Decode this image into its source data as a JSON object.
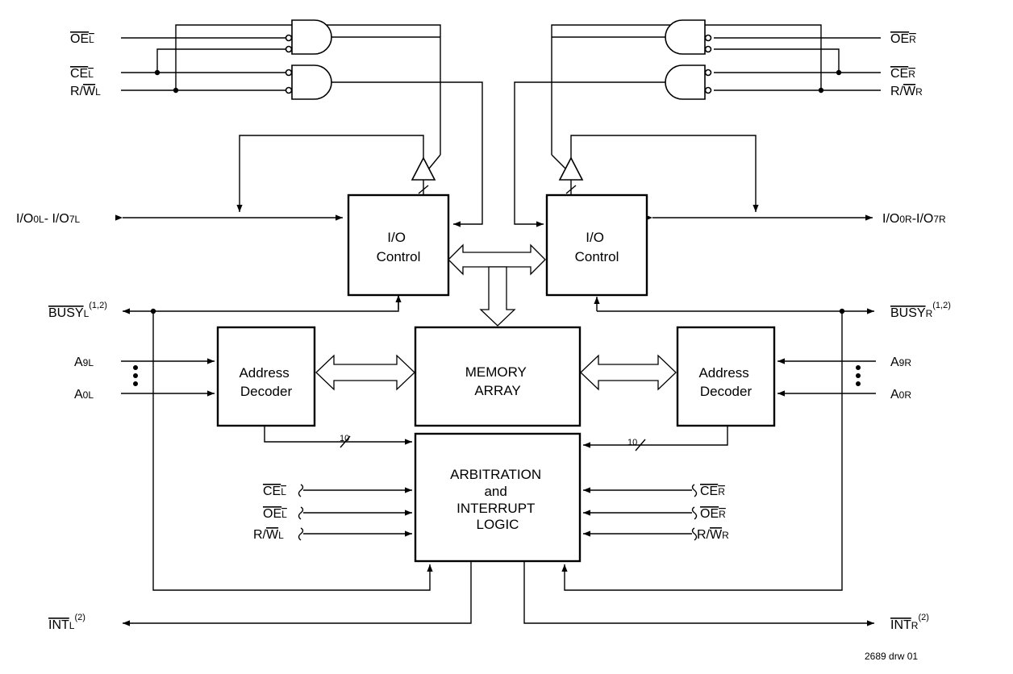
{
  "signals_left": {
    "oe": {
      "base": "OE",
      "sub": "L"
    },
    "ce": {
      "base": "CE",
      "sub": "L"
    },
    "rw": {
      "pre": "R/",
      "bar": "W",
      "sub": "L"
    },
    "io": {
      "a": "I/O",
      "s1": "0L",
      "b": "- I/O",
      "s2": "7L"
    },
    "busy": {
      "base": "BUSY",
      "sub": "L",
      "sup": "(1,2)"
    },
    "a9": {
      "base": "A",
      "sub": "9L"
    },
    "a0": {
      "base": "A",
      "sub": "0L"
    },
    "int": {
      "base": "INT",
      "sub": "L",
      "sup": "(2)"
    }
  },
  "signals_right": {
    "oe": {
      "base": "OE",
      "sub": "R"
    },
    "ce": {
      "base": "CE",
      "sub": "R"
    },
    "rw": {
      "pre": "R/",
      "bar": "W",
      "sub": "R"
    },
    "io": {
      "a": "I/O",
      "s1": "0R",
      "b": "-I/O",
      "s2": "7R"
    },
    "busy": {
      "base": "BUSY",
      "sub": "R",
      "sup": "(1,2)"
    },
    "a9": {
      "base": "A",
      "sub": "9R"
    },
    "a0": {
      "base": "A",
      "sub": "0R"
    },
    "int": {
      "base": "INT",
      "sub": "R",
      "sup": "(2)"
    }
  },
  "blocks": {
    "io_left": [
      "I/O",
      "Control"
    ],
    "io_right": [
      "I/O",
      "Control"
    ],
    "addr_left": [
      "Address",
      "Decoder"
    ],
    "addr_right": [
      "Address",
      "Decoder"
    ],
    "memory": [
      "MEMORY",
      "ARRAY"
    ],
    "arb": [
      "ARBITRATION",
      "and",
      "INTERRUPT",
      "LOGIC"
    ]
  },
  "bus_width": "10",
  "drawing_ref": "2689 drw 01"
}
